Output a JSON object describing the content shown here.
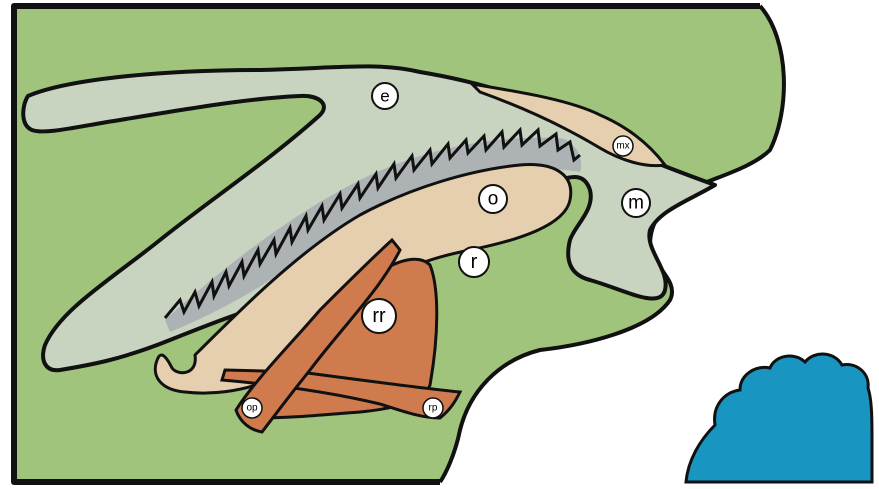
{
  "colors": {
    "background": "#a1c47c",
    "epithelium": "#c9d4c0",
    "bone": "#e6cfae",
    "muscle": "#cf7b4e",
    "teeth_shadow": "#a8acb2",
    "water": "#1895c0",
    "outline": "#111111",
    "label_fill": "#ffffff"
  },
  "labels": {
    "e": "e",
    "o": "o",
    "r": "r",
    "rr": "rr",
    "m": "m",
    "mx": "mx",
    "op": "op",
    "rp": "rp"
  }
}
